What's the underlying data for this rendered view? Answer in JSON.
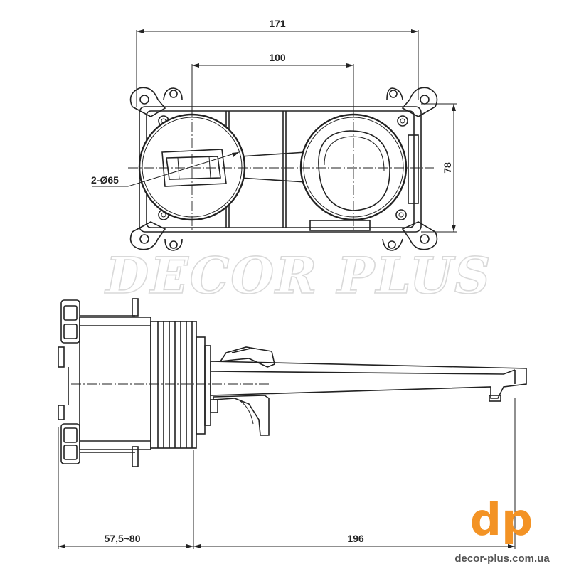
{
  "dimensions": {
    "width_overall": "171",
    "center_distance": "100",
    "height": "78",
    "diameter": "2-Ø65",
    "depth": "57,5~80",
    "spout_length": "196"
  },
  "watermark": {
    "text": "DECOR PLUS"
  },
  "brand": {
    "logo_text": "dp",
    "url": "decor-plus.com.ua",
    "color": "#f39325"
  }
}
